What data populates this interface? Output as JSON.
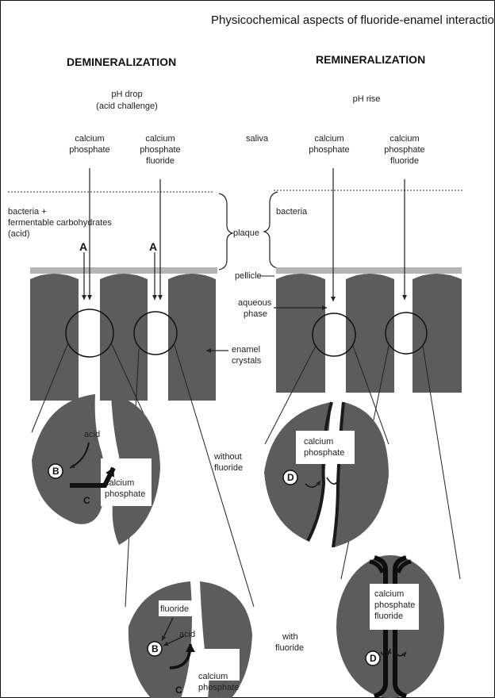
{
  "title": "Physicochemical aspects of fluoride-enamel interactions",
  "columns": {
    "left": {
      "heading": "DEMINERALIZATION",
      "condition": [
        "pH drop",
        "(acid challenge)"
      ]
    },
    "right": {
      "heading": "REMINERALIZATION",
      "condition": [
        "pH rise"
      ]
    }
  },
  "ions": {
    "calcium_phosphate": [
      "calcium",
      "phosphate"
    ],
    "calcium_phosphate_fluoride": [
      "calcium",
      "phosphate",
      "fluoride"
    ]
  },
  "layers": {
    "saliva": "saliva",
    "plaque": "plaque",
    "pellicle": "pellicle",
    "aqueous_phase": [
      "aqueous",
      "phase"
    ],
    "enamel_crystals": [
      "enamel",
      "crystals"
    ]
  },
  "plaque_contents": {
    "left": [
      "bacteria  +",
      "fermentable carbohydrates",
      "(acid)"
    ],
    "right": [
      "bacteria"
    ]
  },
  "markers": {
    "A": "A",
    "B": "B",
    "C": "C",
    "D": "D"
  },
  "detail_labels": {
    "acid": "acid",
    "fluoride": "fluoride",
    "calcium_phosphate": [
      "calcium",
      "phosphate"
    ],
    "calcium_phosphate_fluoride": [
      "calcium",
      "phosphate",
      "fluoride"
    ],
    "without_fluoride": [
      "without",
      "fluoride"
    ],
    "with_fluoride": [
      "with",
      "fluoride"
    ]
  },
  "colors": {
    "enamel": "#5c5c5c",
    "pellicle": "#b4b4b4",
    "line": "#222222",
    "background": "#ffffff"
  }
}
